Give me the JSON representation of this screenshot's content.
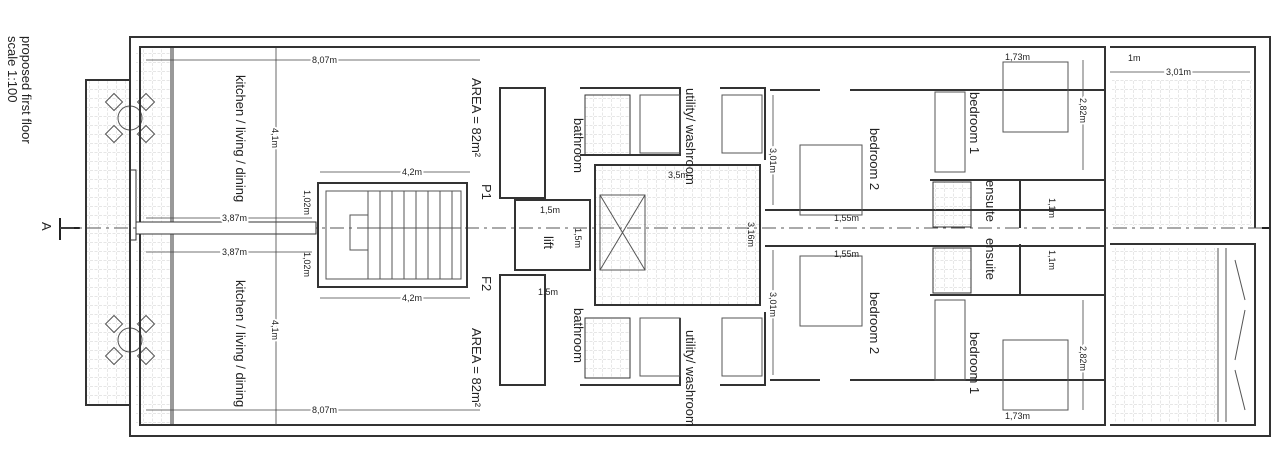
{
  "title": "proposed first floor",
  "scale": "scale 1:100",
  "section_marker": "A",
  "rooms": {
    "kitchen": "kitchen / living / dining",
    "area": "AREA = 82m²",
    "lift": "lift",
    "bathroom": "bathroom",
    "utility": "utility/ washroom",
    "bedroom2": "bedroom 2",
    "bedroom1": "bedroom 1",
    "ensuite": "ensuite",
    "p1": "P1",
    "f2": "F2"
  },
  "dimensions": {
    "d807": "8,07m",
    "d41": "4,1m",
    "d42": "4,2m",
    "d387": "3,87m",
    "d102": "1,02m",
    "d15": "1,5m",
    "d35": "3,5m",
    "d316": "3,16m",
    "d301": "3,01m",
    "d155": "1,55m",
    "d11": "1,1m",
    "d282": "2,82m",
    "d173": "1,73m",
    "d1": "1m"
  }
}
